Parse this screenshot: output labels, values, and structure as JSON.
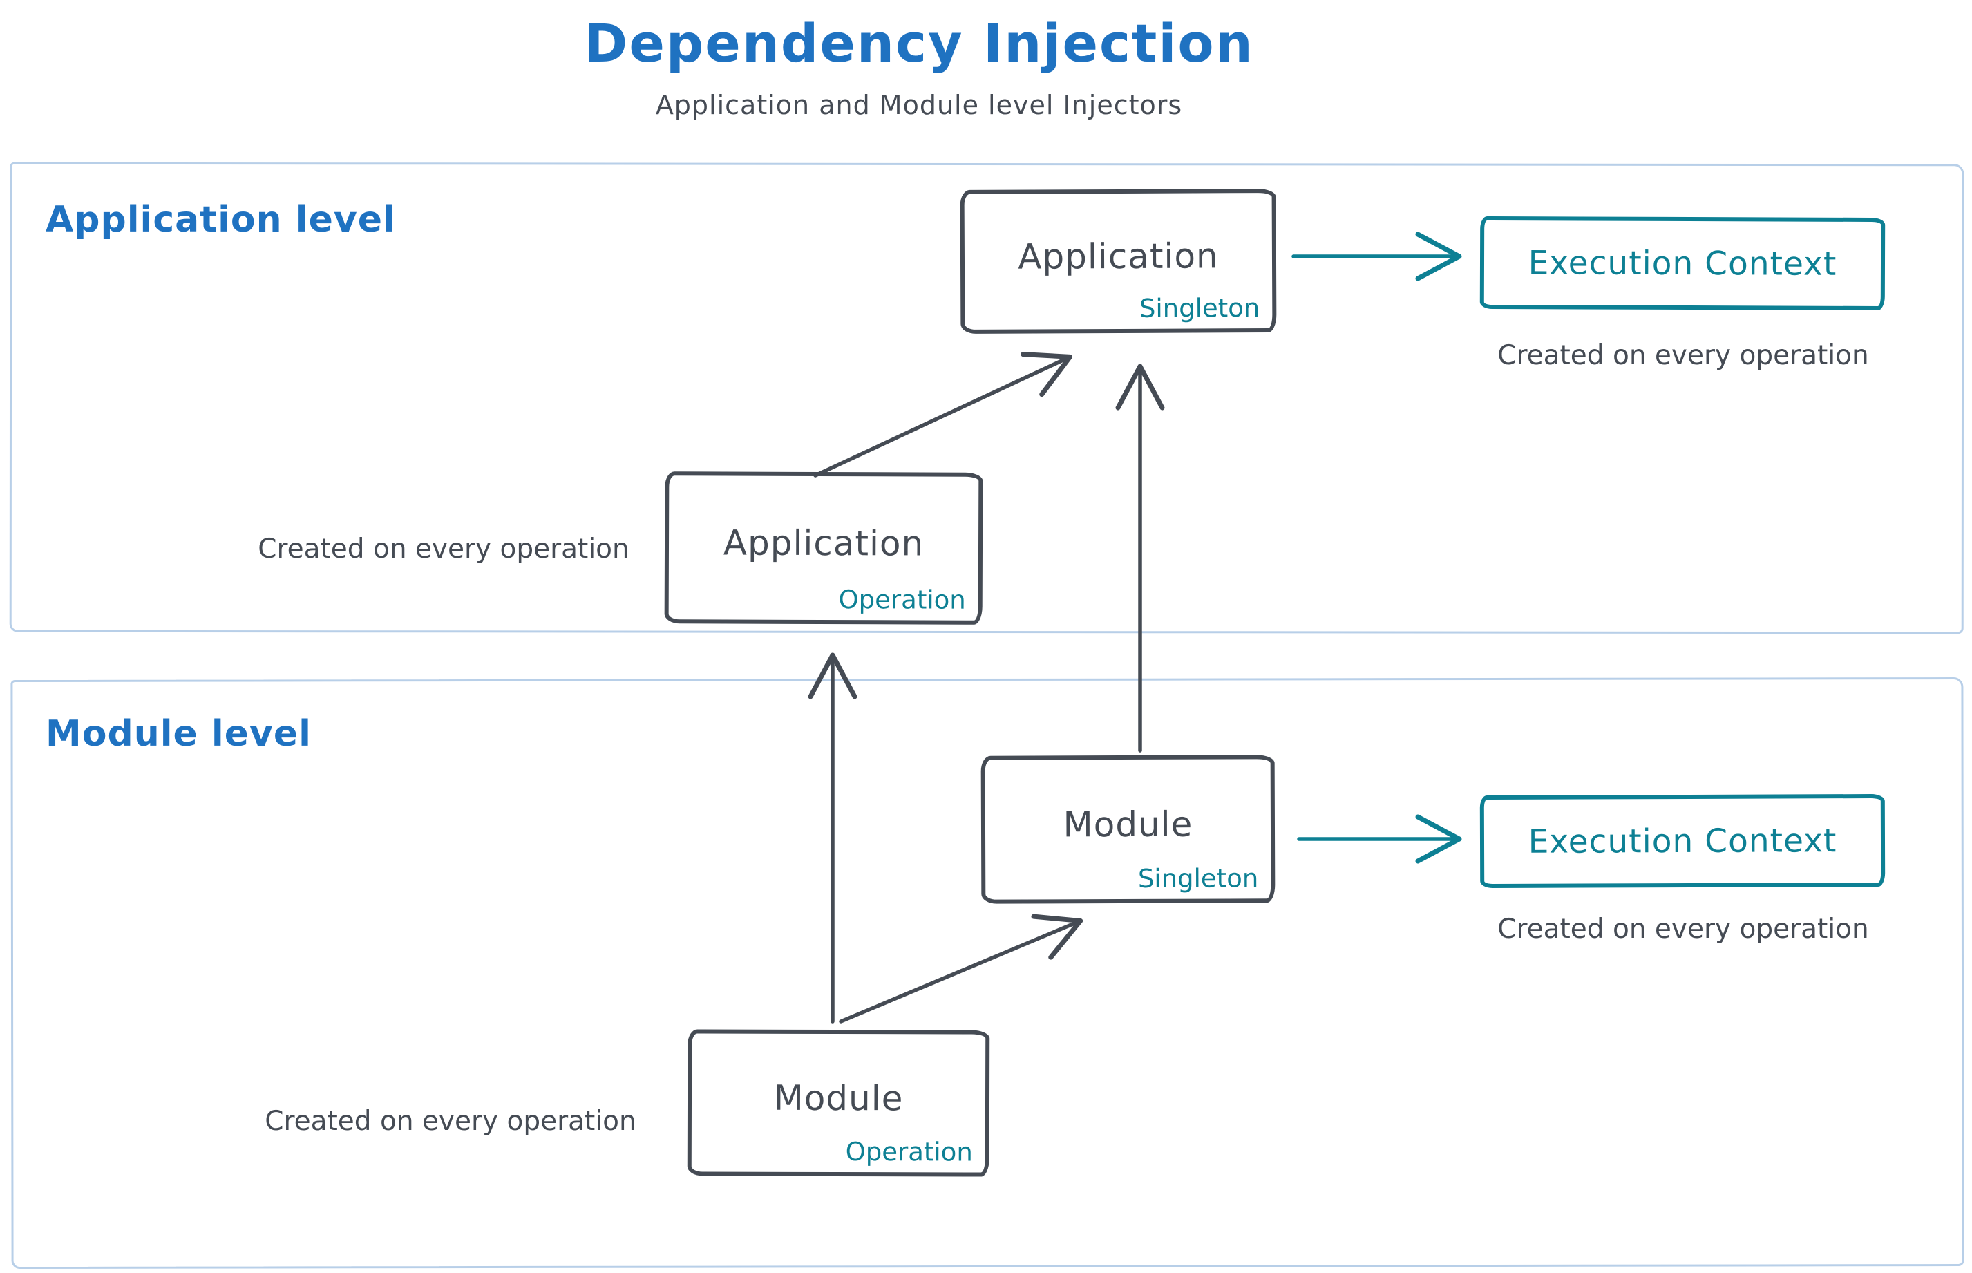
{
  "title": "Dependency Injection",
  "subtitle": "Application and Module level Injectors",
  "colors": {
    "blue": "#1f72c1",
    "teal": "#0d8094",
    "ink": "#454b54",
    "section-border": "#b8cfe8"
  },
  "sections": [
    {
      "label": "Application level",
      "singleton_box": {
        "title": "Application",
        "scope": "Singleton"
      },
      "operation_box": {
        "title": "Application",
        "scope": "Operation"
      },
      "execution_box": {
        "label": "Execution Context"
      },
      "operation_caption": "Created on every operation",
      "execution_caption": "Created on every operation"
    },
    {
      "label": "Module level",
      "singleton_box": {
        "title": "Module",
        "scope": "Singleton"
      },
      "operation_box": {
        "title": "Module",
        "scope": "Operation"
      },
      "execution_box": {
        "label": "Execution Context"
      },
      "operation_caption": "Created on every operation",
      "execution_caption": "Created on every operation"
    }
  ]
}
